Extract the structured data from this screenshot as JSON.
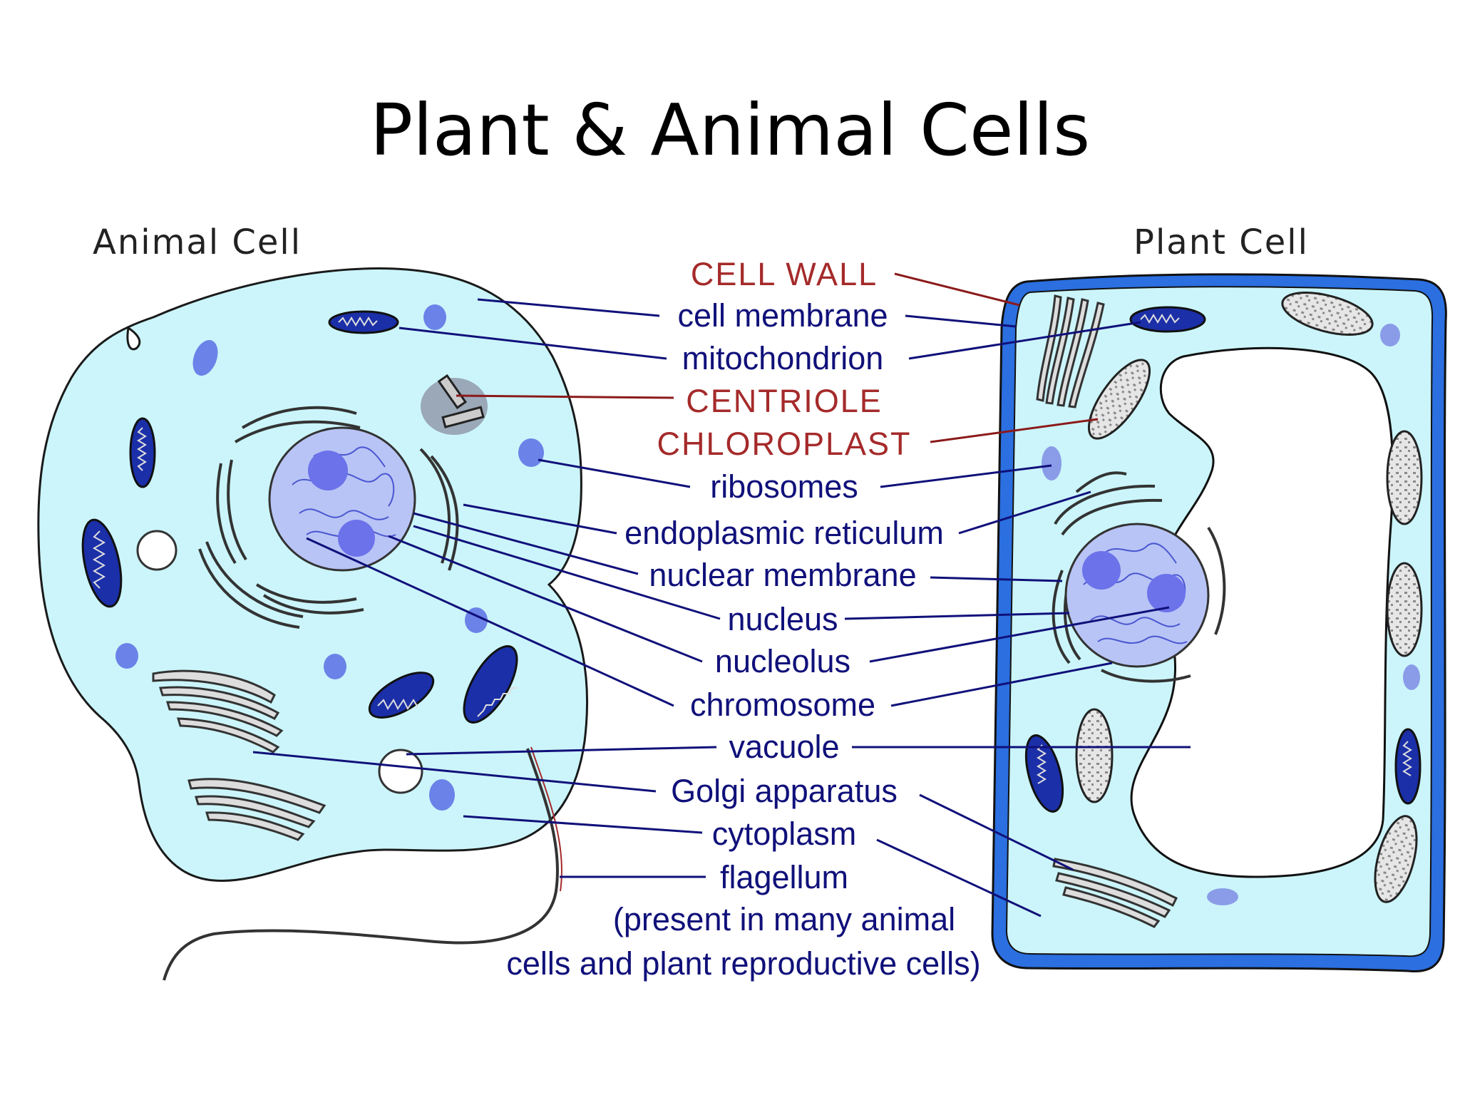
{
  "title": "Plant & Animal Cells",
  "captions": {
    "animal": "Animal Cell",
    "plant": "Plant Cell"
  },
  "labels": {
    "cell_wall": "CELL WALL",
    "cell_membrane": "cell membrane",
    "mitochondrion": "mitochondrion",
    "centriole": "CENTRIOLE",
    "chloroplast": "CHLOROPLAST",
    "ribosomes": "ribosomes",
    "er": "endoplasmic reticulum",
    "nuclear_membrane": "nuclear membrane",
    "nucleus": "nucleus",
    "nucleolus": "nucleolus",
    "chromosome": "chromosome",
    "vacuole": "vacuole",
    "golgi": "Golgi apparatus",
    "cytoplasm": "cytoplasm",
    "flagellum": "flagellum",
    "flagellum_note_1": "(present in many animal",
    "flagellum_note_2": "cells and plant reproductive cells)"
  },
  "colors": {
    "cytoplasm": "#cbf5fa",
    "nucleus": "#b8c4f5",
    "nucleolus": "#6b72ea",
    "label_blue": "#10107a",
    "label_red": "#a52a2a",
    "cell_wall": "#2b6fe0"
  }
}
